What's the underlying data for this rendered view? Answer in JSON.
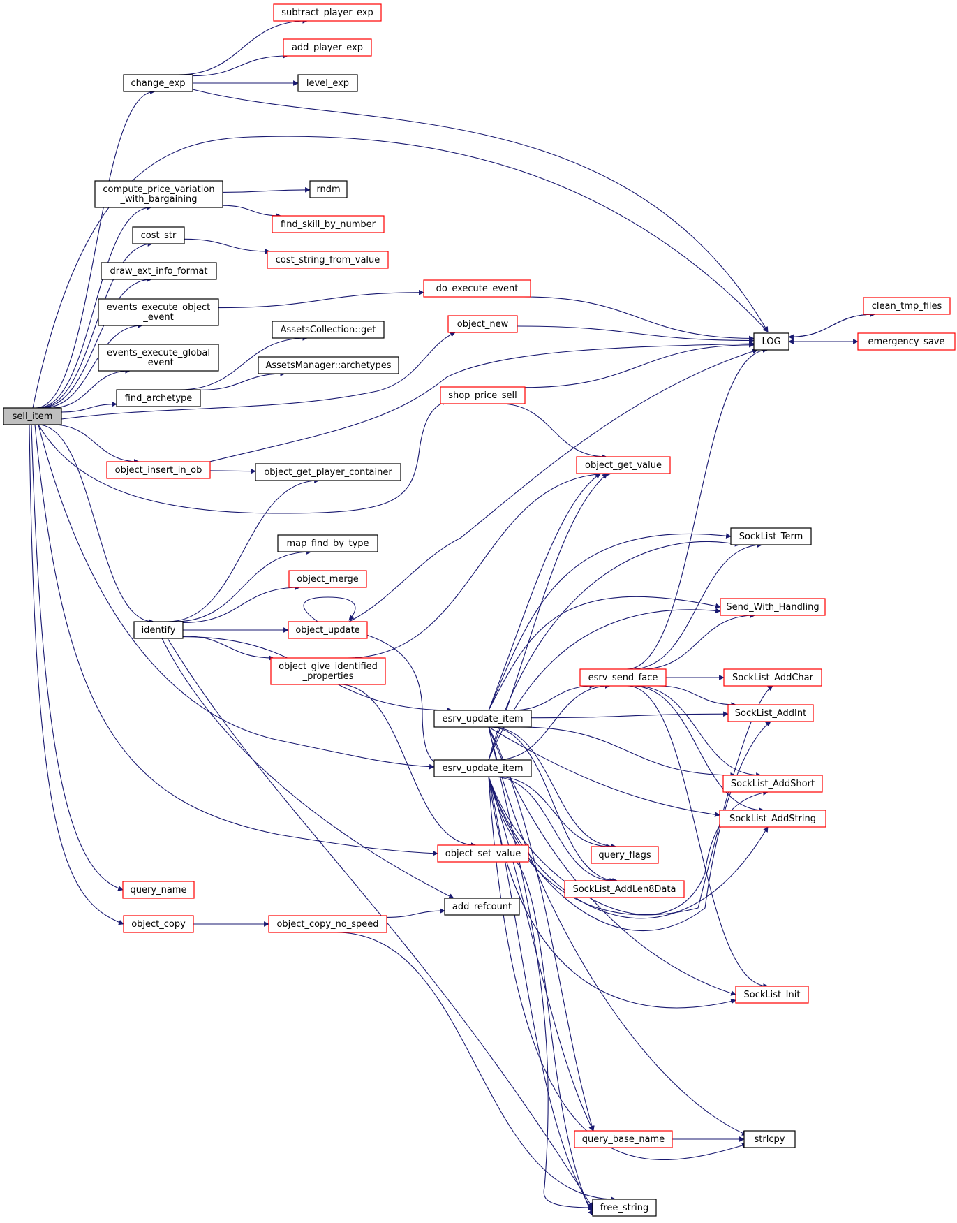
{
  "colors": {
    "edge": "#191970",
    "border_default": "#000000",
    "border_red": "#ff0000",
    "fill_default": "#ffffff",
    "fill_root": "#bfbfbf"
  },
  "nodes": [
    {
      "id": "sell_item",
      "lines": [
        "sell_item"
      ],
      "style": "root"
    },
    {
      "id": "change_exp",
      "lines": [
        "change_exp"
      ],
      "style": "black"
    },
    {
      "id": "subtract_player_exp",
      "lines": [
        "subtract_player_exp"
      ],
      "style": "red"
    },
    {
      "id": "add_player_exp",
      "lines": [
        "add_player_exp"
      ],
      "style": "red"
    },
    {
      "id": "level_exp",
      "lines": [
        "level_exp"
      ],
      "style": "black"
    },
    {
      "id": "compute_price_variation_with_bargaining",
      "lines": [
        "compute_price_variation",
        "_with_bargaining"
      ],
      "style": "black"
    },
    {
      "id": "rndm",
      "lines": [
        "rndm"
      ],
      "style": "black"
    },
    {
      "id": "find_skill_by_number",
      "lines": [
        "find_skill_by_number"
      ],
      "style": "red"
    },
    {
      "id": "cost_str",
      "lines": [
        "cost_str"
      ],
      "style": "black"
    },
    {
      "id": "cost_string_from_value",
      "lines": [
        "cost_string_from_value"
      ],
      "style": "red"
    },
    {
      "id": "draw_ext_info_format",
      "lines": [
        "draw_ext_info_format"
      ],
      "style": "black"
    },
    {
      "id": "events_execute_object_event",
      "lines": [
        "events_execute_object",
        "_event"
      ],
      "style": "black"
    },
    {
      "id": "do_execute_event",
      "lines": [
        "do_execute_event"
      ],
      "style": "red"
    },
    {
      "id": "events_execute_global_event",
      "lines": [
        "events_execute_global",
        "_event"
      ],
      "style": "black"
    },
    {
      "id": "find_archetype",
      "lines": [
        "find_archetype"
      ],
      "style": "black"
    },
    {
      "id": "AssetsCollection_get",
      "lines": [
        "AssetsCollection::get"
      ],
      "style": "black"
    },
    {
      "id": "AssetsManager_archetypes",
      "lines": [
        "AssetsManager::archetypes"
      ],
      "style": "black"
    },
    {
      "id": "object_new",
      "lines": [
        "object_new"
      ],
      "style": "red"
    },
    {
      "id": "LOG",
      "lines": [
        "LOG"
      ],
      "style": "black"
    },
    {
      "id": "clean_tmp_files",
      "lines": [
        "clean_tmp_files"
      ],
      "style": "red"
    },
    {
      "id": "emergency_save",
      "lines": [
        "emergency_save"
      ],
      "style": "red"
    },
    {
      "id": "shop_price_sell",
      "lines": [
        "shop_price_sell"
      ],
      "style": "red"
    },
    {
      "id": "object_insert_in_ob",
      "lines": [
        "object_insert_in_ob"
      ],
      "style": "red"
    },
    {
      "id": "object_get_player_container",
      "lines": [
        "object_get_player_container"
      ],
      "style": "black"
    },
    {
      "id": "object_get_value",
      "lines": [
        "object_get_value"
      ],
      "style": "red"
    },
    {
      "id": "map_find_by_type",
      "lines": [
        "map_find_by_type"
      ],
      "style": "black"
    },
    {
      "id": "object_merge",
      "lines": [
        "object_merge"
      ],
      "style": "red"
    },
    {
      "id": "identify",
      "lines": [
        "identify"
      ],
      "style": "black"
    },
    {
      "id": "object_update",
      "lines": [
        "object_update"
      ],
      "style": "red"
    },
    {
      "id": "object_give_identified_properties",
      "lines": [
        "object_give_identified",
        "_properties"
      ],
      "style": "red"
    },
    {
      "id": "SockList_Term",
      "lines": [
        "SockList_Term"
      ],
      "style": "black"
    },
    {
      "id": "Send_With_Handling",
      "lines": [
        "Send_With_Handling"
      ],
      "style": "red"
    },
    {
      "id": "esrv_send_face",
      "lines": [
        "esrv_send_face"
      ],
      "style": "red"
    },
    {
      "id": "SockList_AddChar",
      "lines": [
        "SockList_AddChar"
      ],
      "style": "red"
    },
    {
      "id": "esrv_update_item_1",
      "lines": [
        "esrv_update_item"
      ],
      "style": "black"
    },
    {
      "id": "SockList_AddInt",
      "lines": [
        "SockList_AddInt"
      ],
      "style": "red"
    },
    {
      "id": "esrv_update_item_2",
      "lines": [
        "esrv_update_item"
      ],
      "style": "black"
    },
    {
      "id": "SockList_AddShort",
      "lines": [
        "SockList_AddShort"
      ],
      "style": "red"
    },
    {
      "id": "SockList_AddString",
      "lines": [
        "SockList_AddString"
      ],
      "style": "red"
    },
    {
      "id": "object_set_value",
      "lines": [
        "object_set_value"
      ],
      "style": "red"
    },
    {
      "id": "query_flags",
      "lines": [
        "query_flags"
      ],
      "style": "red"
    },
    {
      "id": "query_name",
      "lines": [
        "query_name"
      ],
      "style": "red"
    },
    {
      "id": "SockList_AddLen8Data",
      "lines": [
        "SockList_AddLen8Data"
      ],
      "style": "red"
    },
    {
      "id": "add_refcount",
      "lines": [
        "add_refcount"
      ],
      "style": "black"
    },
    {
      "id": "object_copy",
      "lines": [
        "object_copy"
      ],
      "style": "red"
    },
    {
      "id": "object_copy_no_speed",
      "lines": [
        "object_copy_no_speed"
      ],
      "style": "red"
    },
    {
      "id": "SockList_Init",
      "lines": [
        "SockList_Init"
      ],
      "style": "red"
    },
    {
      "id": "query_base_name",
      "lines": [
        "query_base_name"
      ],
      "style": "red"
    },
    {
      "id": "strlcpy",
      "lines": [
        "strlcpy"
      ],
      "style": "black"
    },
    {
      "id": "free_string",
      "lines": [
        "free_string"
      ],
      "style": "black"
    }
  ],
  "edges": [
    [
      "sell_item",
      "change_exp"
    ],
    [
      "change_exp",
      "subtract_player_exp"
    ],
    [
      "change_exp",
      "add_player_exp"
    ],
    [
      "change_exp",
      "level_exp"
    ],
    [
      "change_exp",
      "LOG"
    ],
    [
      "sell_item",
      "LOG"
    ],
    [
      "sell_item",
      "compute_price_variation_with_bargaining"
    ],
    [
      "compute_price_variation_with_bargaining",
      "rndm"
    ],
    [
      "compute_price_variation_with_bargaining",
      "find_skill_by_number"
    ],
    [
      "sell_item",
      "cost_str"
    ],
    [
      "cost_str",
      "cost_string_from_value"
    ],
    [
      "sell_item",
      "draw_ext_info_format"
    ],
    [
      "sell_item",
      "events_execute_object_event"
    ],
    [
      "events_execute_object_event",
      "do_execute_event"
    ],
    [
      "do_execute_event",
      "LOG"
    ],
    [
      "sell_item",
      "events_execute_global_event"
    ],
    [
      "sell_item",
      "find_archetype"
    ],
    [
      "find_archetype",
      "AssetsCollection_get"
    ],
    [
      "find_archetype",
      "AssetsManager_archetypes"
    ],
    [
      "sell_item",
      "object_new"
    ],
    [
      "object_new",
      "LOG"
    ],
    [
      "LOG",
      "clean_tmp_files"
    ],
    [
      "LOG",
      "emergency_save"
    ],
    [
      "clean_tmp_files",
      "LOG"
    ],
    [
      "emergency_save",
      "LOG"
    ],
    [
      "sell_item",
      "shop_price_sell"
    ],
    [
      "shop_price_sell",
      "LOG"
    ],
    [
      "shop_price_sell",
      "object_get_value"
    ],
    [
      "sell_item",
      "object_insert_in_ob"
    ],
    [
      "object_insert_in_ob",
      "object_get_player_container"
    ],
    [
      "object_insert_in_ob",
      "LOG"
    ],
    [
      "sell_item",
      "identify"
    ],
    [
      "identify",
      "object_get_player_container"
    ],
    [
      "identify",
      "map_find_by_type"
    ],
    [
      "identify",
      "object_merge"
    ],
    [
      "identify",
      "object_update"
    ],
    [
      "object_update",
      "object_update"
    ],
    [
      "object_update",
      "LOG"
    ],
    [
      "object_update",
      "esrv_update_item_2"
    ],
    [
      "identify",
      "object_give_identified_properties"
    ],
    [
      "object_give_identified_properties",
      "object_get_value"
    ],
    [
      "object_give_identified_properties",
      "object_set_value"
    ],
    [
      "identify",
      "esrv_update_item_1"
    ],
    [
      "identify",
      "add_refcount"
    ],
    [
      "identify",
      "free_string"
    ],
    [
      "sell_item",
      "esrv_update_item_2"
    ],
    [
      "sell_item",
      "object_set_value"
    ],
    [
      "sell_item",
      "query_name"
    ],
    [
      "sell_item",
      "object_copy"
    ],
    [
      "object_copy",
      "object_copy_no_speed"
    ],
    [
      "object_copy_no_speed",
      "add_refcount"
    ],
    [
      "object_copy_no_speed",
      "free_string"
    ],
    [
      "object_set_value",
      "free_string"
    ],
    [
      "esrv_update_item_1",
      "object_get_value"
    ],
    [
      "esrv_update_item_1",
      "SockList_Term"
    ],
    [
      "esrv_update_item_1",
      "Send_With_Handling"
    ],
    [
      "esrv_update_item_1",
      "esrv_send_face"
    ],
    [
      "esrv_update_item_1",
      "SockList_AddInt"
    ],
    [
      "esrv_update_item_1",
      "SockList_AddShort"
    ],
    [
      "esrv_update_item_1",
      "SockList_AddString"
    ],
    [
      "esrv_update_item_1",
      "query_flags"
    ],
    [
      "esrv_update_item_1",
      "SockList_AddLen8Data"
    ],
    [
      "esrv_update_item_1",
      "SockList_Init"
    ],
    [
      "esrv_update_item_1",
      "query_base_name"
    ],
    [
      "esrv_update_item_1",
      "strlcpy"
    ],
    [
      "esrv_update_item_1",
      "free_string"
    ],
    [
      "esrv_update_item_2",
      "object_get_value"
    ],
    [
      "esrv_update_item_2",
      "SockList_Term"
    ],
    [
      "esrv_update_item_2",
      "Send_With_Handling"
    ],
    [
      "esrv_update_item_2",
      "esrv_send_face"
    ],
    [
      "esrv_update_item_2",
      "SockList_AddChar"
    ],
    [
      "esrv_update_item_2",
      "SockList_AddInt"
    ],
    [
      "esrv_update_item_2",
      "SockList_AddShort"
    ],
    [
      "esrv_update_item_2",
      "SockList_AddString"
    ],
    [
      "esrv_update_item_2",
      "query_flags"
    ],
    [
      "esrv_update_item_2",
      "SockList_AddLen8Data"
    ],
    [
      "esrv_update_item_2",
      "SockList_Init"
    ],
    [
      "esrv_update_item_2",
      "query_base_name"
    ],
    [
      "esrv_update_item_2",
      "strlcpy"
    ],
    [
      "esrv_update_item_2",
      "free_string"
    ],
    [
      "esrv_send_face",
      "LOG"
    ],
    [
      "esrv_send_face",
      "SockList_Term"
    ],
    [
      "esrv_send_face",
      "Send_With_Handling"
    ],
    [
      "esrv_send_face",
      "SockList_AddChar"
    ],
    [
      "esrv_send_face",
      "SockList_AddInt"
    ],
    [
      "esrv_send_face",
      "SockList_AddShort"
    ],
    [
      "esrv_send_face",
      "SockList_AddString"
    ],
    [
      "esrv_send_face",
      "SockList_Init"
    ],
    [
      "query_base_name",
      "strlcpy"
    ]
  ]
}
